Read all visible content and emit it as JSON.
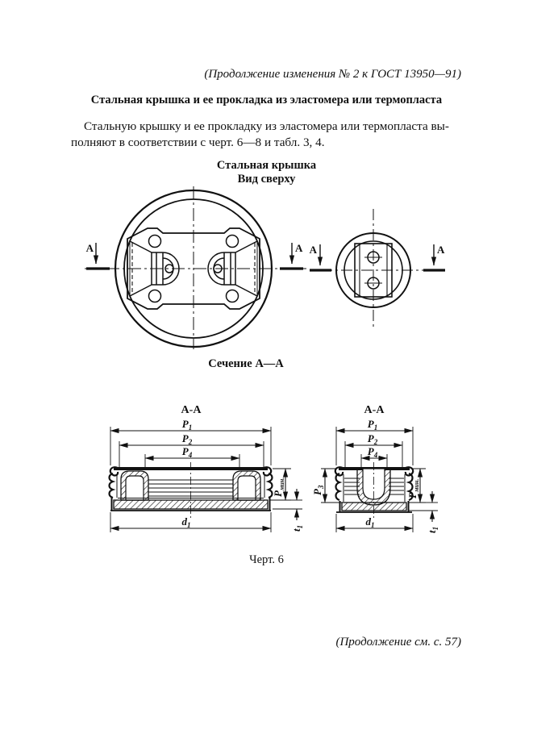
{
  "page": {
    "header_note": "(Продолжение изменения № 2 к ГОСТ  13950—91)",
    "title": "Стальная крышка и ее прокладка из эластомера или термопласта",
    "intro_line1": "Стальную крышку и ее прокладку из эластомера или термопласта вы-",
    "intro_line2": "полняют в соответствии с черт. 6—8 и табл. 3, 4.",
    "footer_note": "(Продолжение см. с. 57)"
  },
  "figure": {
    "caption_title": "Стальная крышка",
    "caption_view": "Вид сверху",
    "section_caption": "Сечение А—А",
    "chart_label": "Черт. 6",
    "section_letter": "А",
    "left_section_title": "А-А",
    "right_section_title": "А-А"
  },
  "dims": {
    "p1": {
      "base": "Р",
      "sub": "1"
    },
    "p2": {
      "base": "Р",
      "sub": "2"
    },
    "p3": {
      "base": "Р",
      "sub": "3"
    },
    "p4": {
      "base": "Р",
      "sub": "4"
    },
    "pmin": {
      "base": "Р",
      "sub": "мин."
    },
    "d1": {
      "base": "d",
      "sub": "1"
    },
    "t1": {
      "base": "t",
      "sub": "1"
    }
  },
  "colors": {
    "ink": "#111111",
    "paper": "#ffffff"
  }
}
